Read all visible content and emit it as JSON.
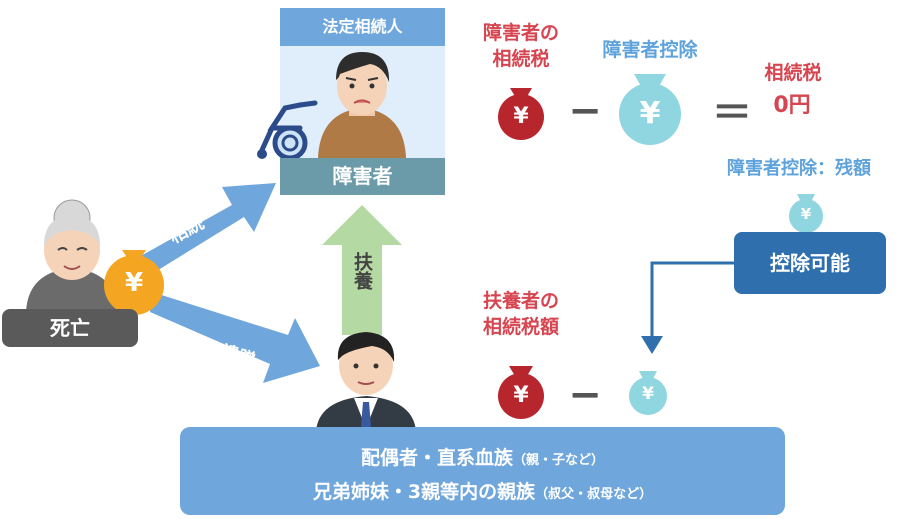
{
  "heir_card": {
    "title": "法定相続人",
    "label": "障害者"
  },
  "deceased": {
    "label": "死亡"
  },
  "arrows": {
    "inherit": "相続",
    "inherit_bequest": "相続・遺贈",
    "support": "扶養"
  },
  "formula": {
    "heir_tax": "障害者の\n相続税",
    "deduction": "障害者控除",
    "result_label": "相続税",
    "result_value": "0円",
    "minus": "−",
    "equals": "＝"
  },
  "remainder": {
    "label": "障害者控除：残額",
    "button": "控除可能"
  },
  "supporter": {
    "tax": "扶養者の\n相続税額",
    "minus": "−"
  },
  "family": {
    "line1_main": "配偶者・直系血族",
    "line1_sub": "（親・子など）",
    "line2_main": "兄弟姉妹・3親等内の親族",
    "line2_sub": "（叔父・叔母など）"
  },
  "symbols": {
    "yen": "¥"
  },
  "colors": {
    "red_bag": "#b8262d",
    "teal_bag": "#8fd6e0",
    "gold_bag": "#f4a622",
    "blue_arrow": "#6fa6dc",
    "green_arrow": "#b4d9a3",
    "accent_red": "#d64550",
    "accent_blue": "#5fa3dc"
  }
}
